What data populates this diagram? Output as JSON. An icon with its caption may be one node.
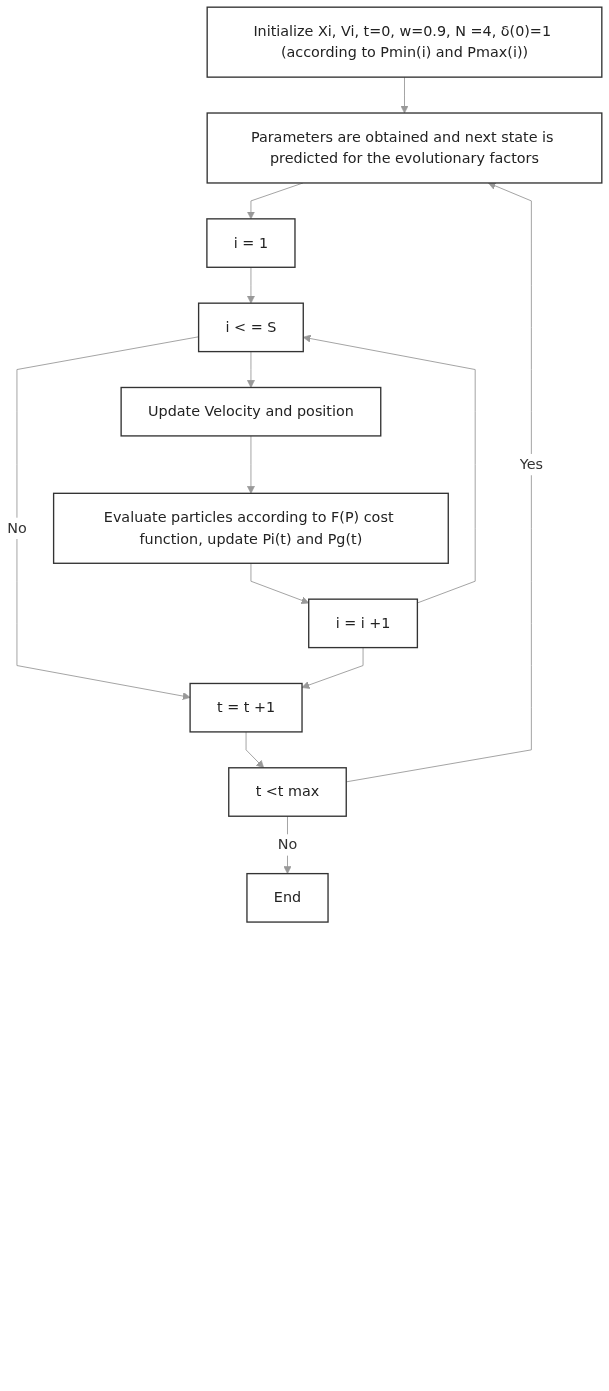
{
  "diagram": {
    "nodes": [
      {
        "text": [
          "Initialize Xi, Vi, t=0, w=0.9, N =4, δ(0)=1 (according to Pmin(i) and Pmax(i))"
        ]
      },
      {
        "text": [
          "Parameters are obtained and next state is predicted for the evolutionary factors"
        ]
      },
      {
        "text": [
          "i = 1"
        ]
      },
      {
        "text": [
          "i  < = S"
        ]
      },
      {
        "text": [
          "Update Velocity and position"
        ]
      },
      {
        "text": [
          "Evaluate particles according to F(P) cost function, update Pi(t) and Pg(t)"
        ]
      },
      {
        "text": [
          "i = i +1"
        ]
      },
      {
        "text": [
          "t = t +1"
        ]
      },
      {
        "text": [
          "t <t max"
        ]
      },
      {
        "text": [
          "End"
        ]
      }
    ],
    "edges": [
      {
        "from": 0,
        "to": 1,
        "arrow": "to"
      },
      {
        "from": 1,
        "to": 2,
        "arrow": "to"
      },
      {
        "from": 2,
        "to": 3,
        "arrow": "to"
      },
      {
        "from": 3,
        "to": 4,
        "arrow": "to"
      },
      {
        "from": 4,
        "to": 5,
        "arrow": "to"
      },
      {
        "from": 5,
        "to": 6,
        "arrow": "to"
      },
      {
        "from": 6,
        "to": 3,
        "arrow": "to"
      },
      {
        "from": 3,
        "to": 7,
        "arrow": "to",
        "label": "No"
      },
      {
        "from": 6,
        "to": 7,
        "arrow": "to"
      },
      {
        "from": 7,
        "to": 8,
        "arrow": "to"
      },
      {
        "from": 8,
        "to": 1,
        "arrow": "to",
        "label": "Yes"
      },
      {
        "from": 8,
        "to": 9,
        "arrow": "to",
        "label": "No"
      }
    ]
  }
}
